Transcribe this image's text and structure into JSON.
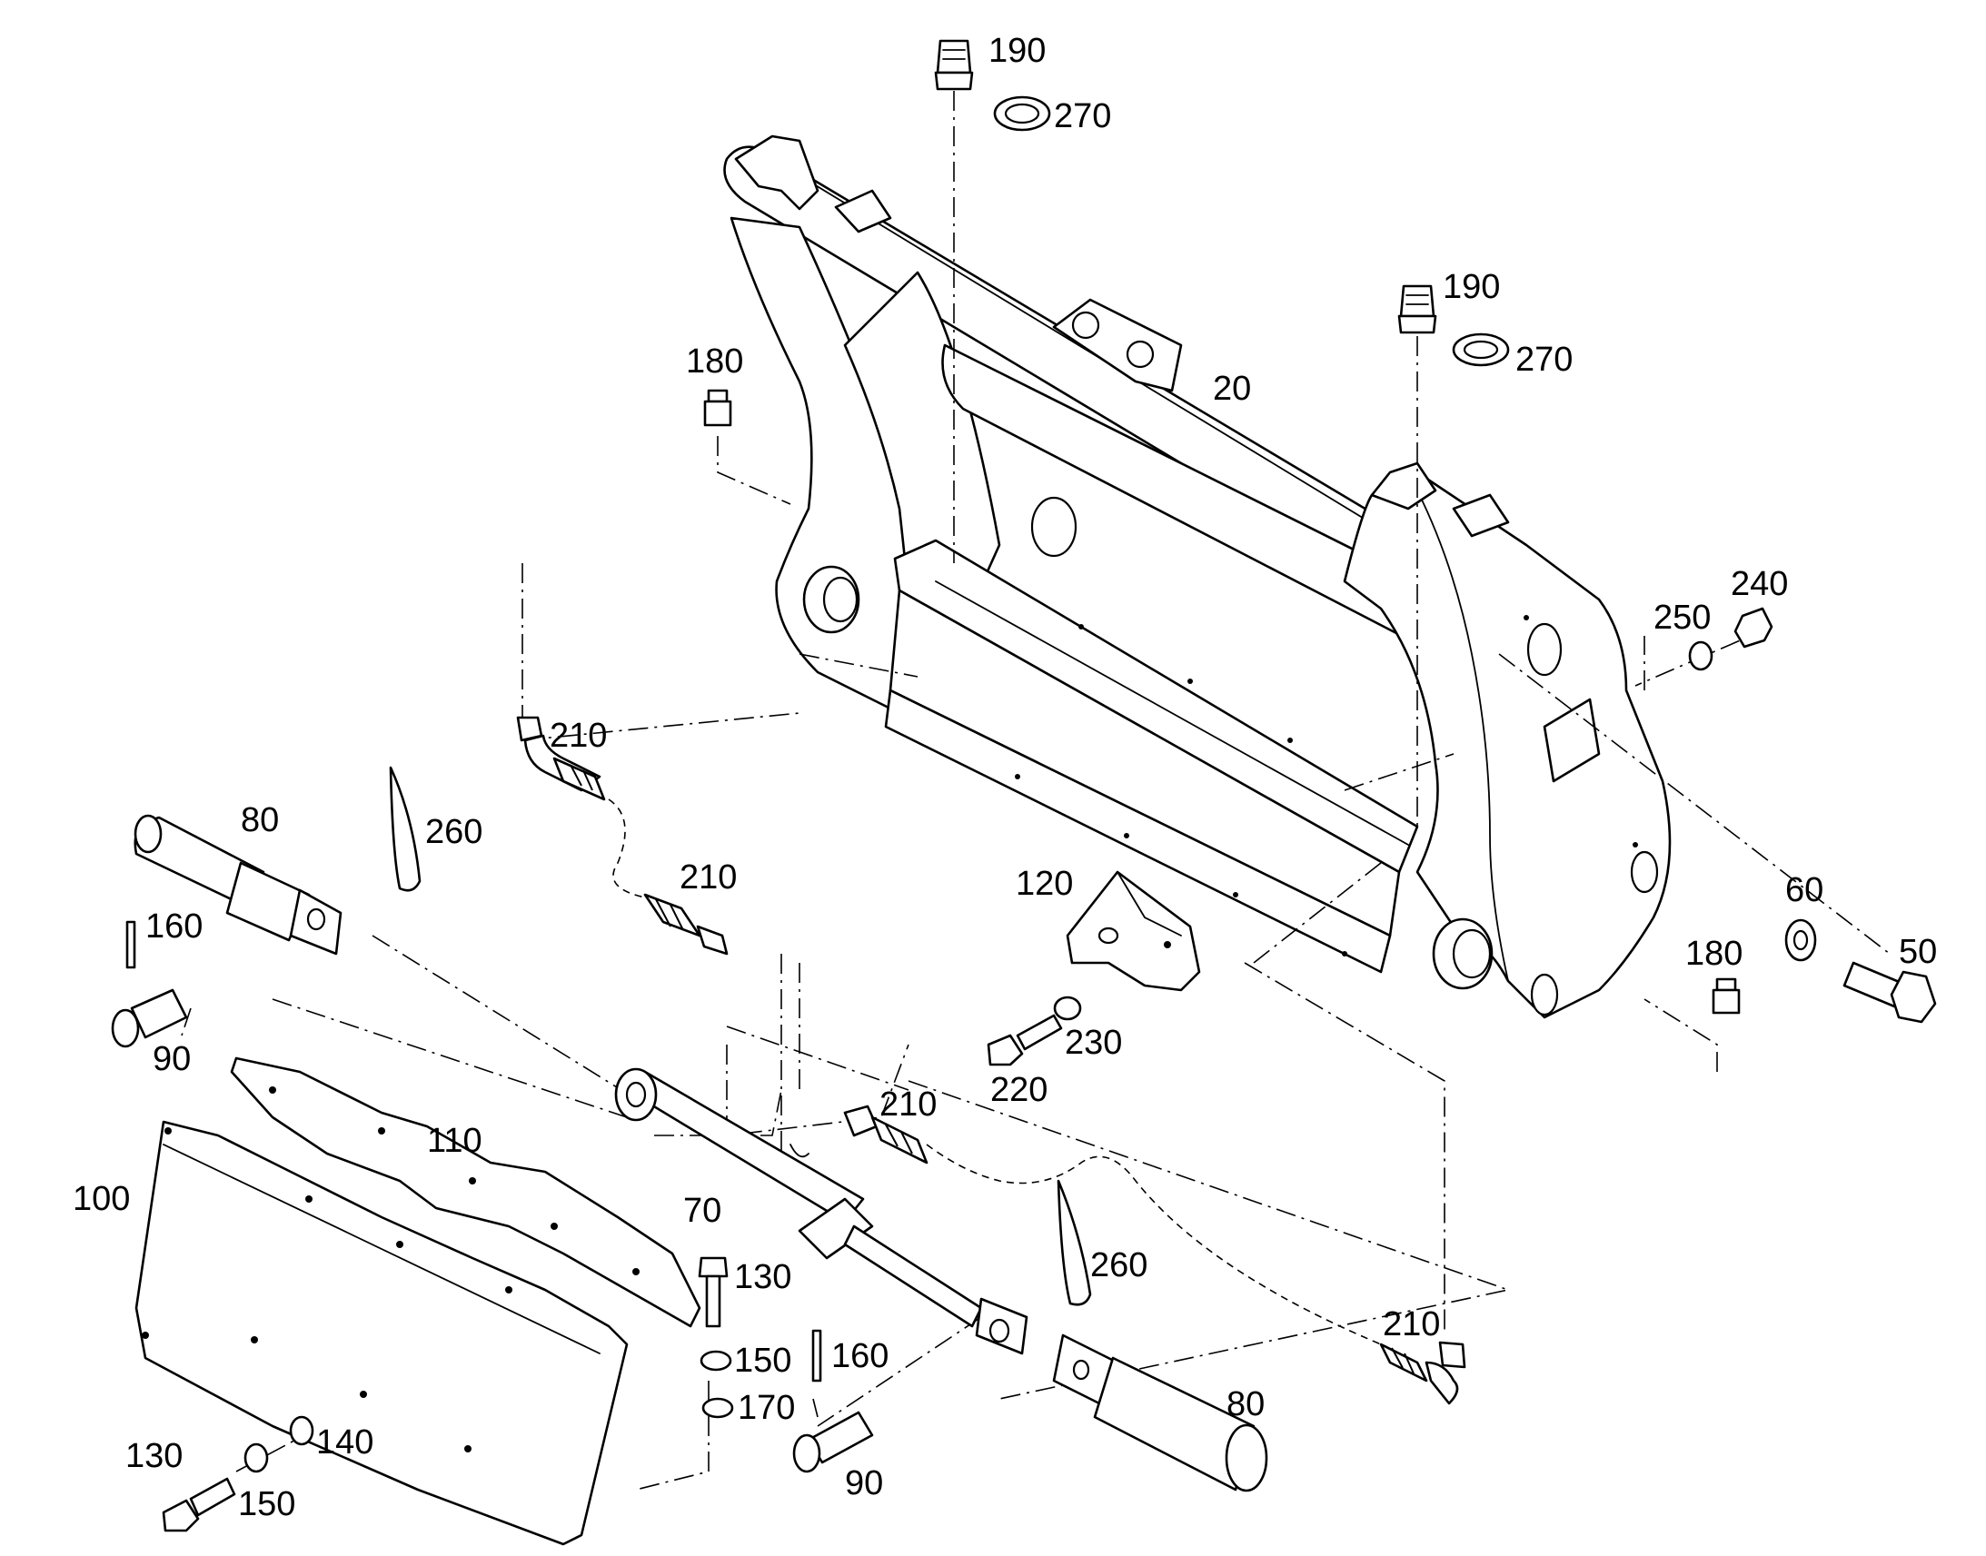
{
  "colors": {
    "line": "#000000",
    "background": "#ffffff"
  },
  "callouts": {
    "c190_top": "190",
    "c270_top": "270",
    "c190_right": "190",
    "c270_right": "270",
    "c180_left": "180",
    "c20": "20",
    "c250": "250",
    "c240": "240",
    "c210_a": "210",
    "c80_left": "80",
    "c260_left": "260",
    "c210_b": "210",
    "c120": "120",
    "c60": "60",
    "c50": "50",
    "c180_right": "180",
    "c160_left": "160",
    "c90_left": "90",
    "c230": "230",
    "c220": "220",
    "c110": "110",
    "c210_c": "210",
    "c100": "100",
    "c70": "70",
    "c260_right": "260",
    "c130_mid": "130",
    "c210_d": "210",
    "c150_mid": "150",
    "c160_right": "160",
    "c170": "170",
    "c80_right": "80",
    "c90_right": "90",
    "c130_left": "130",
    "c140": "140",
    "c150_left": "150"
  }
}
